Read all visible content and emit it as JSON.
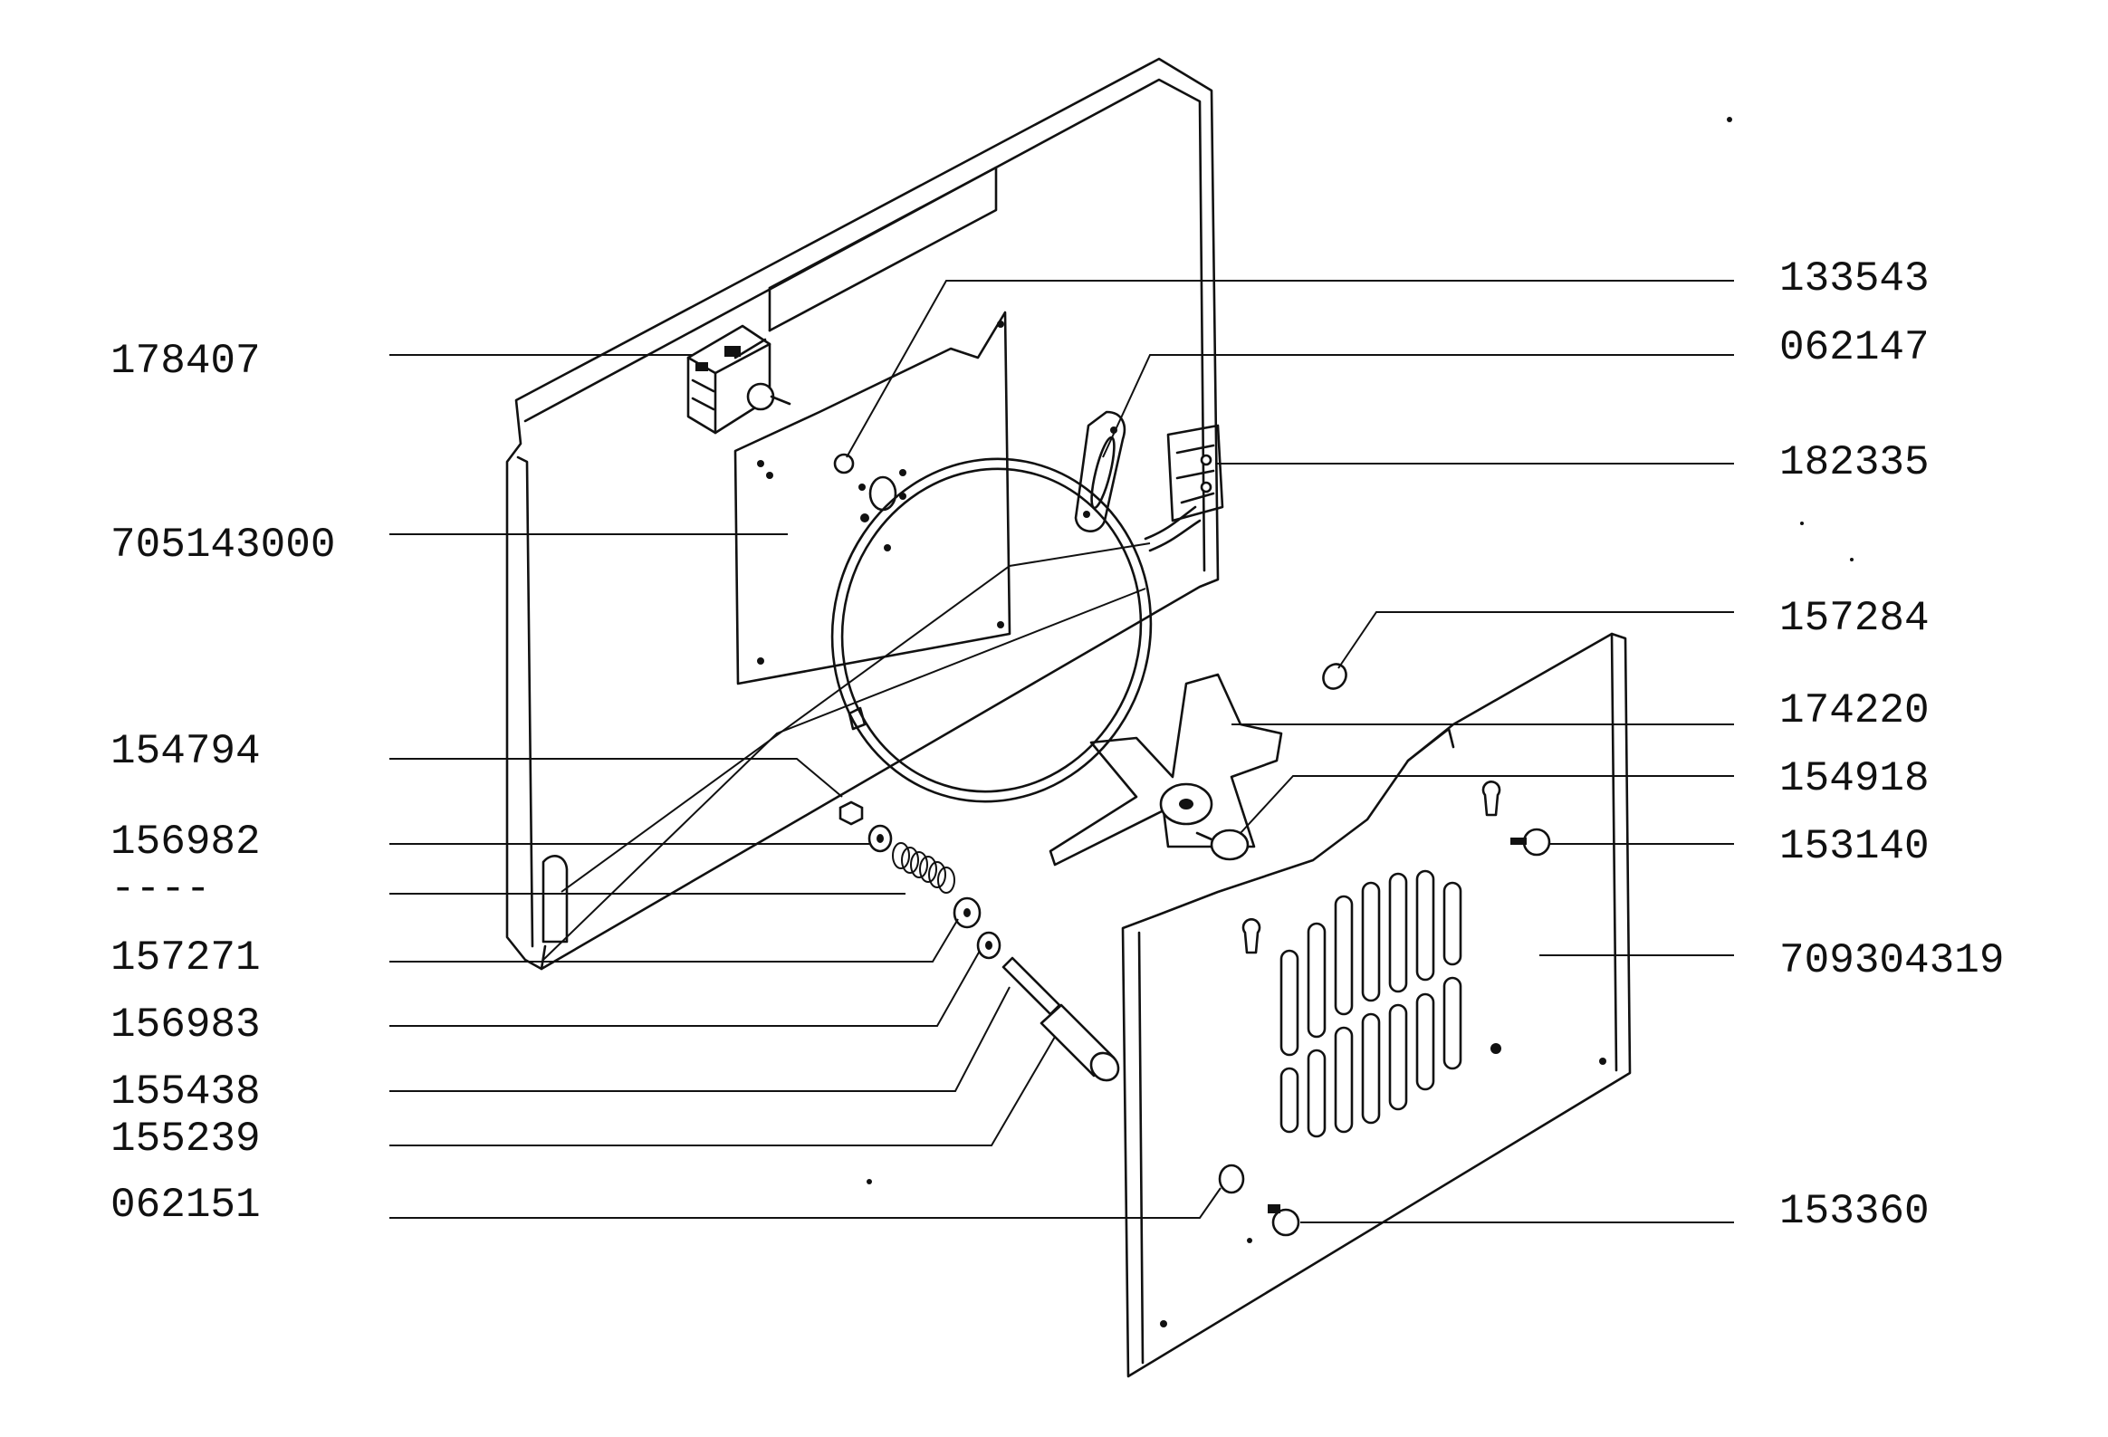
{
  "diagram": {
    "part_numbers": {
      "p178407": "178407",
      "p705143000": "705143000",
      "p154794": "154794",
      "p156982": "156982",
      "pDash": "----",
      "p157271": "157271",
      "p156983": "156983",
      "p155438": "155438",
      "p155239": "155239",
      "p062151": "062151",
      "p133543": "133543",
      "p062147": "062147",
      "p182335": "182335",
      "p157284": "157284",
      "p174220": "174220",
      "p154918": "154918",
      "p153140": "153140",
      "p709304319": "709304319",
      "p153360": "153360"
    },
    "colors": {
      "ink": "#111111",
      "background": "#ffffff"
    }
  }
}
